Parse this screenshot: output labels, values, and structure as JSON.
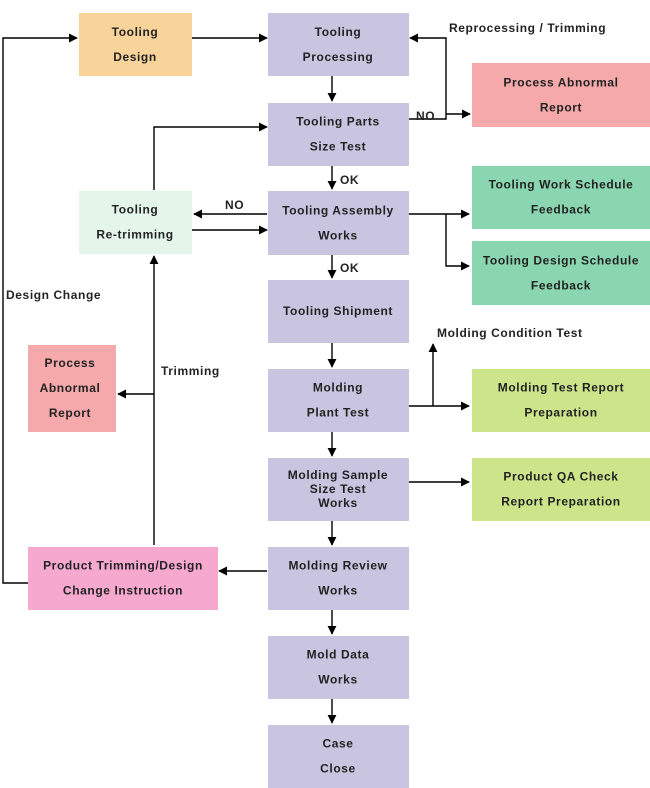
{
  "colors": {
    "main": "#c9c4df",
    "design": "#f8d49a",
    "retrim": "#e4f6ea",
    "abnormal": "#f5a9ab",
    "feedback": "#8ad6b0",
    "report": "#cde58a",
    "instruction": "#f6a8cf"
  },
  "boxes": {
    "tooling_design": [
      "Tooling",
      "Design"
    ],
    "tooling_processing": [
      "Tooling",
      "Processing"
    ],
    "parts_size_test": [
      "Tooling Parts",
      "Size Test"
    ],
    "assembly_works": [
      "Tooling Assembly",
      "Works"
    ],
    "shipment": [
      "Tooling Shipment"
    ],
    "molding_plant_test": [
      "Molding",
      "Plant Test"
    ],
    "sample_size_test": [
      "Molding Sample",
      "Size Test",
      "Works"
    ],
    "molding_review": [
      "Molding Review",
      "Works"
    ],
    "mold_data": [
      "Mold Data",
      "Works"
    ],
    "case_close": [
      "Case",
      "Close"
    ],
    "process_abnormal_report_right": [
      "Process Abnormal",
      "Report"
    ],
    "work_schedule_feedback": [
      "Tooling Work Schedule",
      "Feedback"
    ],
    "design_schedule_feedback": [
      "Tooling Design Schedule",
      "Feedback"
    ],
    "molding_test_report": [
      "Molding Test Report",
      "Preparation"
    ],
    "qa_check_report": [
      "Product QA Check",
      "Report Preparation"
    ],
    "re_trimming": [
      "Tooling",
      "Re-trimming"
    ],
    "process_abnormal_report_left": [
      "Process",
      "Abnormal",
      "Report"
    ],
    "trimming_instruction": [
      "Product Trimming/Design",
      "Change Instruction"
    ]
  },
  "labels": {
    "reprocessing": "Reprocessing / Trimming",
    "no_parts": "NO",
    "ok_parts": "OK",
    "no_assembly": "NO",
    "ok_assembly": "OK",
    "molding_condition": "Molding Condition Test",
    "trimming": "Trimming",
    "design_change": "Design Change"
  }
}
